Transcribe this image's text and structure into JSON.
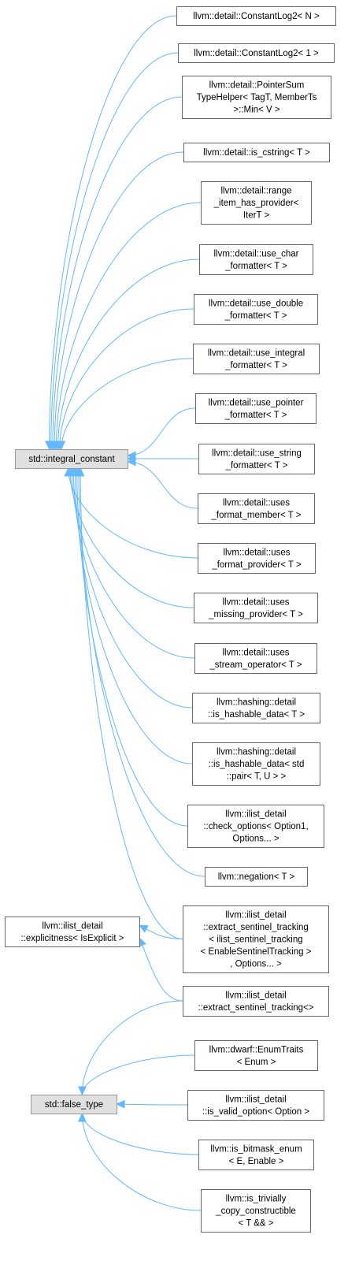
{
  "nodes": {
    "integral_constant": [
      "std::integral_constant"
    ],
    "explicitness": [
      "llvm::ilist_detail",
      "::explicitness< IsExplicit >"
    ],
    "false_type": [
      "std::false_type"
    ],
    "constantlog2_n": [
      "llvm::detail::ConstantLog2< N >"
    ],
    "constantlog2_1": [
      "llvm::detail::ConstantLog2< 1 >"
    ],
    "pointersum_min": [
      "llvm::detail::PointerSum",
      "TypeHelper< TagT, MemberTs",
      ">::Min< V >"
    ],
    "is_cstring": [
      "llvm::detail::is_cstring< T >"
    ],
    "range_item_has_provider": [
      "llvm::detail::range",
      "_item_has_provider<",
      "IterT >"
    ],
    "use_char_formatter": [
      "llvm::detail::use_char",
      "_formatter< T >"
    ],
    "use_double_formatter": [
      "llvm::detail::use_double",
      "_formatter< T >"
    ],
    "use_integral_formatter": [
      "llvm::detail::use_integral",
      "_formatter< T >"
    ],
    "use_pointer_formatter": [
      "llvm::detail::use_pointer",
      "_formatter< T >"
    ],
    "use_string_formatter": [
      "llvm::detail::use_string",
      "_formatter< T >"
    ],
    "uses_format_member": [
      "llvm::detail::uses",
      "_format_member< T >"
    ],
    "uses_format_provider": [
      "llvm::detail::uses",
      "_format_provider< T >"
    ],
    "uses_missing_provider": [
      "llvm::detail::uses",
      "_missing_provider< T >"
    ],
    "uses_stream_operator": [
      "llvm::detail::uses",
      "_stream_operator< T >"
    ],
    "is_hashable_data": [
      "llvm::hashing::detail",
      "::is_hashable_data< T >"
    ],
    "is_hashable_data_pair": [
      "llvm::hashing::detail",
      "::is_hashable_data< std",
      "::pair< T, U > >"
    ],
    "check_options": [
      "llvm::ilist_detail",
      "::check_options< Option1,",
      "Options... >"
    ],
    "negation": [
      "llvm::negation< T >"
    ],
    "extract_sentinel_tracking_spec": [
      "llvm::ilist_detail",
      "::extract_sentinel_tracking",
      "< ilist_sentinel_tracking",
      "< EnableSentinelTracking >",
      ", Options... >"
    ],
    "extract_sentinel_tracking": [
      "llvm::ilist_detail",
      "::extract_sentinel_tracking<>"
    ],
    "enumtraits": [
      "llvm::dwarf::EnumTraits",
      "< Enum >"
    ],
    "is_valid_option": [
      "llvm::ilist_detail",
      "::is_valid_option< Option >"
    ],
    "is_bitmask_enum": [
      "llvm::is_bitmask_enum",
      "< E, Enable >"
    ],
    "is_trivially_copy_constructible": [
      "llvm::is_trivially",
      "_copy_constructible",
      "< T && >"
    ]
  },
  "edges": [
    [
      "constantlog2_n",
      "integral_constant"
    ],
    [
      "constantlog2_1",
      "integral_constant"
    ],
    [
      "pointersum_min",
      "integral_constant"
    ],
    [
      "is_cstring",
      "integral_constant"
    ],
    [
      "range_item_has_provider",
      "integral_constant"
    ],
    [
      "use_char_formatter",
      "integral_constant"
    ],
    [
      "use_double_formatter",
      "integral_constant"
    ],
    [
      "use_integral_formatter",
      "integral_constant"
    ],
    [
      "use_pointer_formatter",
      "integral_constant"
    ],
    [
      "use_string_formatter",
      "integral_constant"
    ],
    [
      "uses_format_member",
      "integral_constant"
    ],
    [
      "uses_format_provider",
      "integral_constant"
    ],
    [
      "uses_missing_provider",
      "integral_constant"
    ],
    [
      "uses_stream_operator",
      "integral_constant"
    ],
    [
      "is_hashable_data",
      "integral_constant"
    ],
    [
      "is_hashable_data_pair",
      "integral_constant"
    ],
    [
      "check_options",
      "integral_constant"
    ],
    [
      "negation",
      "integral_constant"
    ],
    [
      "extract_sentinel_tracking_spec",
      "integral_constant"
    ],
    [
      "extract_sentinel_tracking_spec",
      "explicitness"
    ],
    [
      "extract_sentinel_tracking",
      "explicitness"
    ],
    [
      "extract_sentinel_tracking",
      "false_type"
    ],
    [
      "enumtraits",
      "false_type"
    ],
    [
      "is_valid_option",
      "false_type"
    ],
    [
      "is_bitmask_enum",
      "false_type"
    ],
    [
      "is_trivially_copy_constructible",
      "false_type"
    ]
  ],
  "colors": {
    "edge": "#63b8ff",
    "node_border": "#666666",
    "base_fill": "#e0e0e0"
  }
}
